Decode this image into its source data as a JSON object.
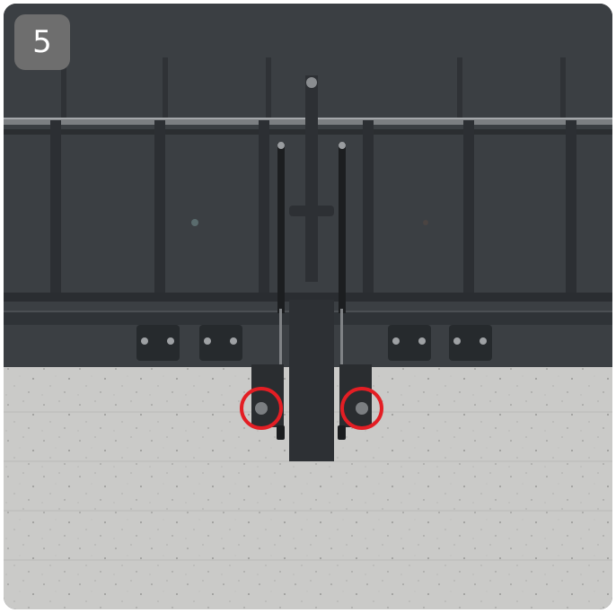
{
  "step": {
    "number": "5"
  },
  "colors": {
    "wall": "#3a3e42",
    "steel": "#2e3135",
    "steel_edge": "#1f2124",
    "concrete": "#c9c9c7",
    "highlight_ring": "#e31e24",
    "badge": "#6e6e6e"
  },
  "highlights": [
    {
      "name": "left-anchor-bolt"
    },
    {
      "name": "right-anchor-bolt"
    }
  ]
}
